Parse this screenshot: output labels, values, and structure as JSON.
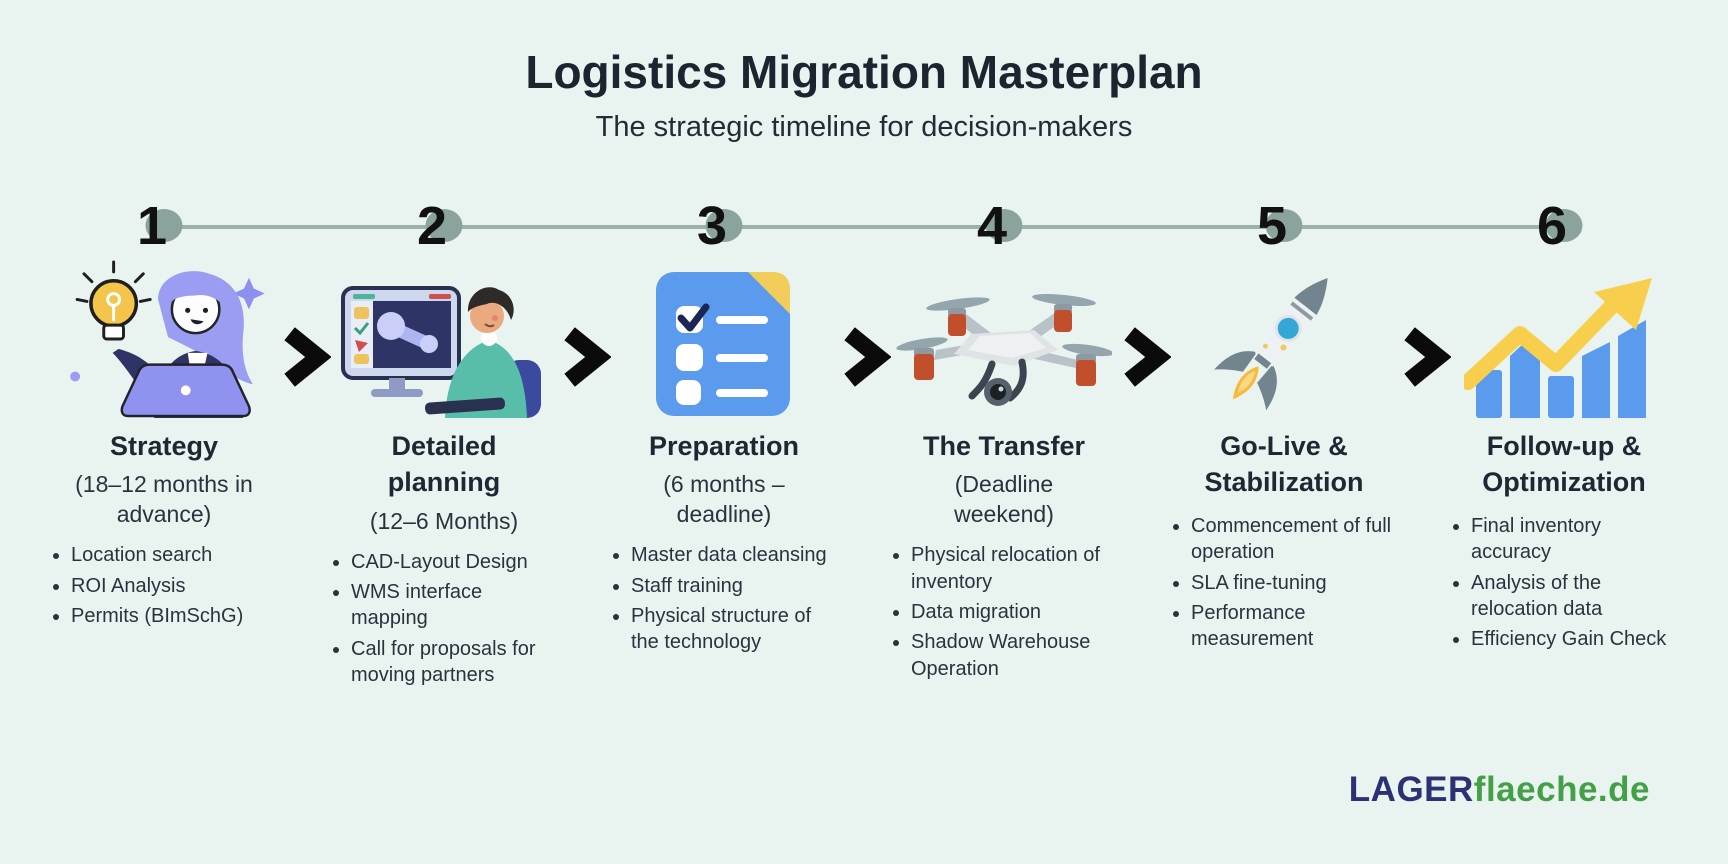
{
  "header": {
    "title": "Logistics Migration Masterplan",
    "subtitle": "The strategic timeline for decision-makers"
  },
  "stages": [
    {
      "number": "1",
      "icon": "lightbulb-woman-icon",
      "title": "Strategy",
      "subtitle": "(18–12 months in advance)",
      "bullets": [
        "Location search",
        "ROI Analysis",
        "Permits (BImSchG)"
      ]
    },
    {
      "number": "2",
      "icon": "cad-computer-icon",
      "title": "Detailed planning",
      "subtitle": "(12–6 Months)",
      "bullets": [
        "CAD-Layout Design",
        "WMS interface mapping",
        "Call for proposals for moving partners"
      ]
    },
    {
      "number": "3",
      "icon": "checklist-icon",
      "title": "Preparation",
      "subtitle": "(6 months – deadline)",
      "bullets": [
        "Master data cleansing",
        "Staff training",
        "Physical structure of the technology"
      ]
    },
    {
      "number": "4",
      "icon": "drone-icon",
      "title": "The Transfer",
      "subtitle": "(Deadline weekend)",
      "bullets": [
        "Physical relocation of inventory",
        "Data migration",
        "Shadow Warehouse Operation"
      ]
    },
    {
      "number": "5",
      "icon": "rocket-icon",
      "title": "Go-Live & Stabilization",
      "subtitle": "",
      "bullets": [
        "Commencement of full operation",
        "SLA fine-tuning",
        "Performance measurement"
      ]
    },
    {
      "number": "6",
      "icon": "growth-chart-icon",
      "title": "Follow-up & Optimization",
      "subtitle": "",
      "bullets": [
        "Final inventory accuracy",
        "Analysis of the relocation data",
        "Efficiency Gain Check"
      ]
    }
  ],
  "footer": {
    "logo_primary": "LAGER",
    "logo_secondary": "flaeche.de"
  },
  "colors": {
    "background": "#e9f4f1",
    "timeline_sage": "#8ba39d",
    "text_dark": "#1f2733",
    "accent_blue": "#5b9bee",
    "accent_yellow": "#f5c84c",
    "accent_purple": "#8d90ee",
    "accent_navy": "#2e3566",
    "accent_teal": "#58bda9",
    "arrow_black": "#0b0b0b",
    "logo_navy": "#2b3274",
    "logo_green": "#43a047"
  }
}
